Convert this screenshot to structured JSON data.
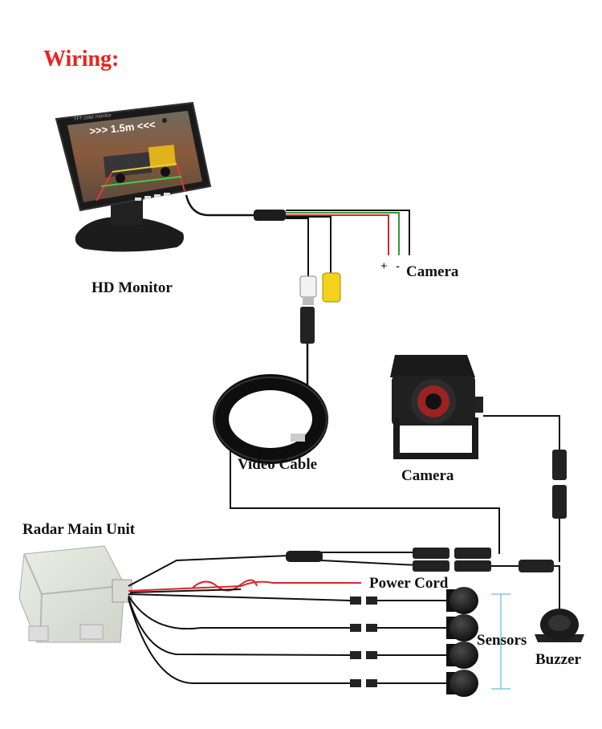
{
  "title": "Wiring:",
  "labels": {
    "hd_monitor": "HD Monitor",
    "camera_leads": "Camera",
    "plus": "+",
    "minus": "-",
    "video_cable": "Video Cable",
    "camera": "Camera",
    "radar_main_unit": "Radar Main Unit",
    "power_cord": "Power Cord",
    "sensors": "Sensors",
    "buzzer": "Buzzer"
  },
  "monitor_screen": {
    "distance_text": ">>> 1.5m <<<",
    "brand_text": "TFT color monitor"
  },
  "colors": {
    "title": "#e8231f",
    "cable": "#111111",
    "wire_red": "#d8262a",
    "wire_green": "#2f9a3a",
    "bracket": "#7ec8e0",
    "rca_yellow": "#f2d21b",
    "rca_white": "#f2f2f2"
  }
}
